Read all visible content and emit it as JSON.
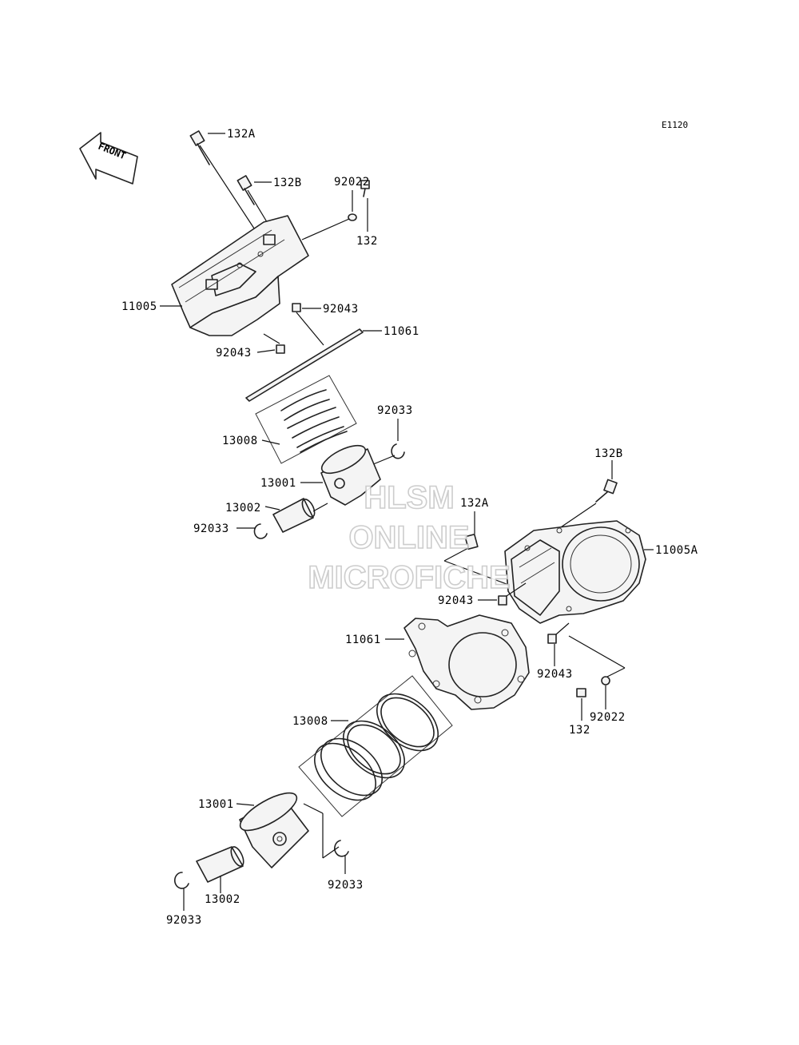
{
  "diagram_code": "E1120",
  "front_label": "FRONT",
  "watermark": {
    "line1": "HLSM",
    "line2": "ONLINE",
    "line3": "MICROFICHE"
  },
  "labels": {
    "top_132A": "132A",
    "top_132B": "132B",
    "top_92022": "92022",
    "top_132": "132",
    "top_11005": "11005",
    "top_92043_right": "92043",
    "top_11061": "11061",
    "top_92043_left": "92043",
    "top_92033": "92033",
    "top_13008": "13008",
    "top_13001": "13001",
    "top_13002": "13002",
    "top_92033_left": "92033",
    "rear_132B": "132B",
    "rear_132A": "132A",
    "rear_11005A": "11005A",
    "rear_92043_left": "92043",
    "rear_11061": "11061",
    "rear_92043_right": "92043",
    "rear_92022": "92022",
    "rear_132": "132",
    "rear_13008": "13008",
    "rear_13001": "13001",
    "rear_92033_right": "92033",
    "rear_13002": "13002",
    "rear_92033_left": "92033"
  }
}
